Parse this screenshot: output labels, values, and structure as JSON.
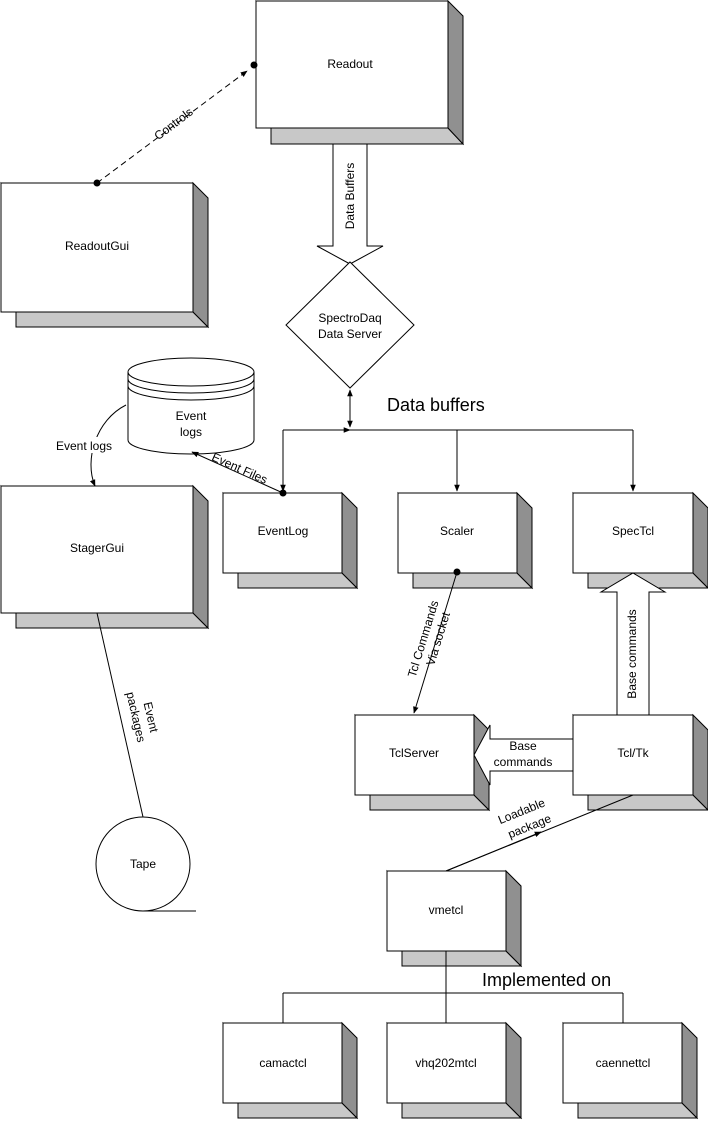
{
  "boxes": {
    "readout": "Readout",
    "readout_gui": "ReadoutGui",
    "stager_gui": "StagerGui",
    "event_log": "EventLog",
    "scaler": "Scaler",
    "spectcl": "SpecTcl",
    "tcl_server": "TclServer",
    "tcl_tk": "Tcl/Tk",
    "vmetcl": "vmetcl",
    "camactcl": "camactcl",
    "vhq202mtcl": "vhq202mtcl",
    "caennettcl": "caennettcl"
  },
  "server": {
    "line1": "SpectroDaq",
    "line2": "Data Server"
  },
  "disk": {
    "line1": "Event",
    "line2": "logs"
  },
  "tape": "Tape",
  "labels": {
    "controls": "Controls",
    "data_buffers_arrow": "Data Buffers",
    "data_buffers_heading": "Data buffers",
    "event_logs": "Event logs",
    "event_files": "Event Files",
    "event_packages_1": "Event",
    "event_packages_2": "packages",
    "tcl_commands_1": "Tcl Commands",
    "tcl_commands_2": "Via socket",
    "base_commands_vertical": "Base commands",
    "base_commands_1": "Base",
    "base_commands_2": "commands",
    "loadable_1": "Loadable",
    "loadable_2": "package",
    "implemented_on": "Implemented on"
  }
}
